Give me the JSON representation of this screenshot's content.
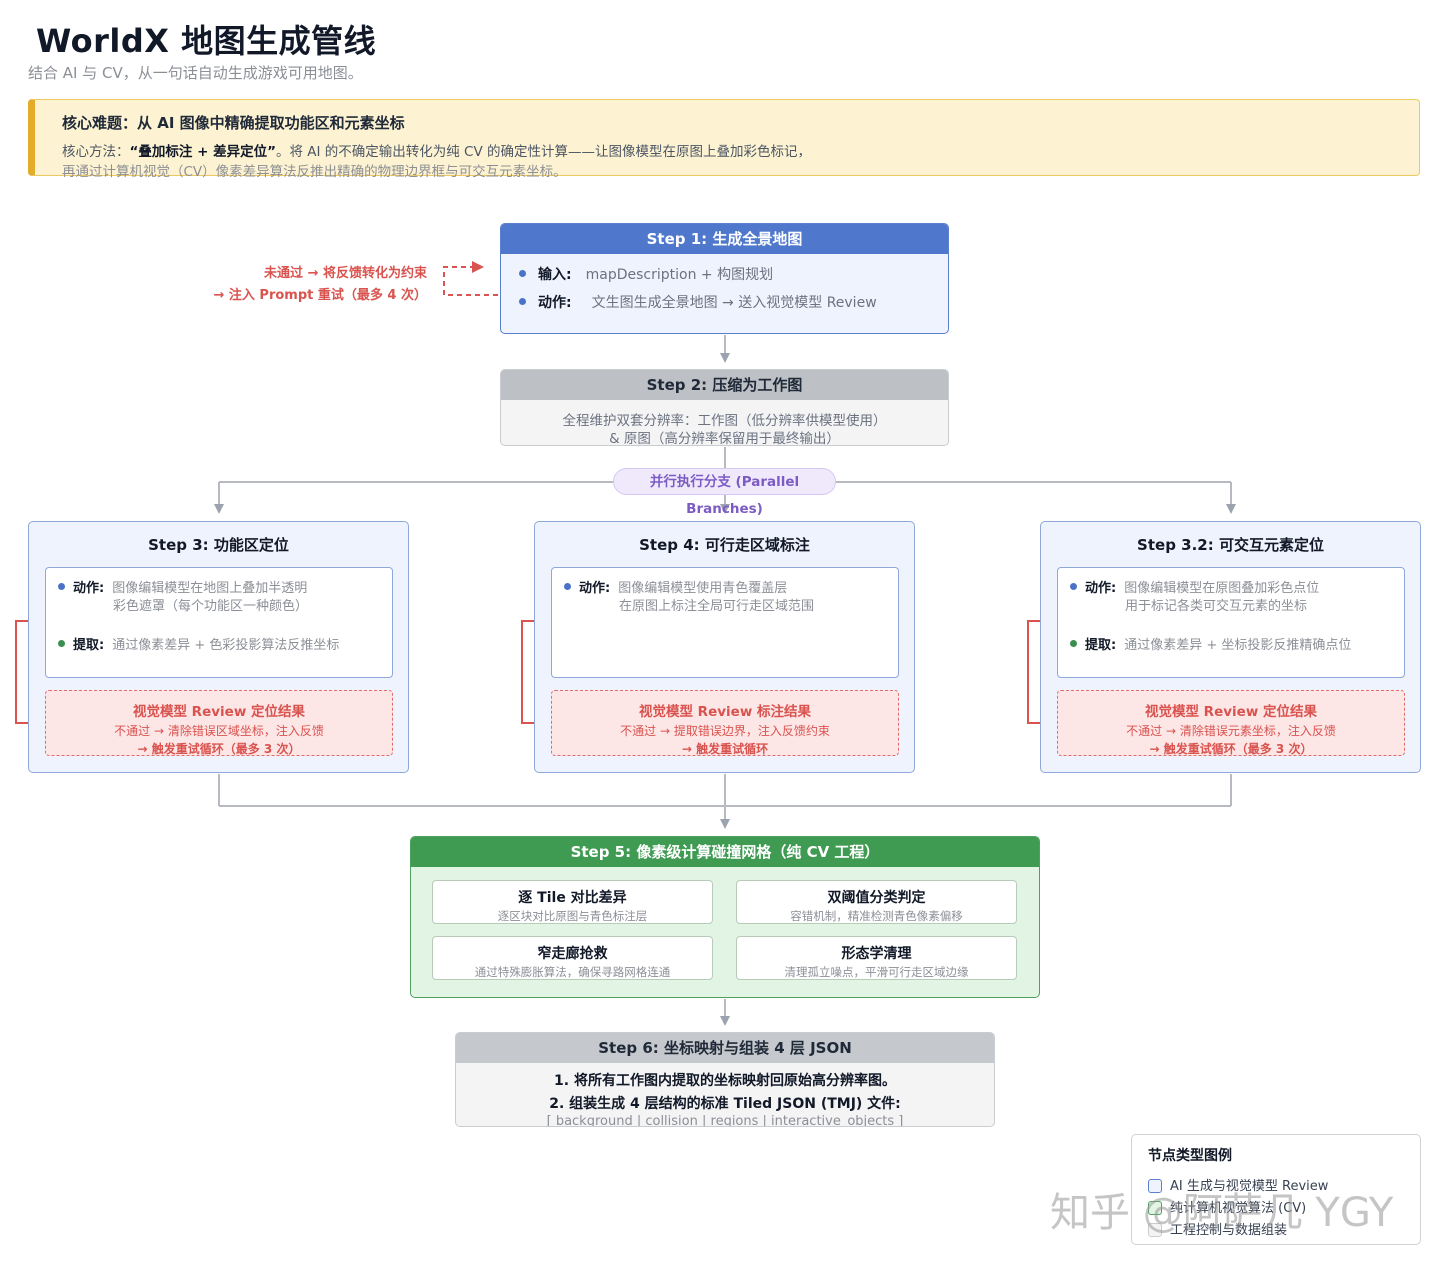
{
  "header": {
    "title": "WorldX 地图生成管线",
    "subtitle": "结合 AI 与 CV，从一句话自动生成游戏可用地图。"
  },
  "banner": {
    "title": "核心难题：从 AI 图像中精确提取功能区和元素坐标",
    "method_prefix": "核心方法：",
    "method_bold": "“叠加标注 + 差异定位”",
    "method_rest": "。将 AI 的不确定输出转化为纯 CV 的确定性计算——让图像模型在原图上叠加彩色标记，",
    "method_line2": "再通过计算机视觉（CV）像素差异算法反推出精确的物理边界框与可交互元素坐标。"
  },
  "feedback": {
    "line1": "未通过 → 将反馈转化为约束",
    "line2": "→ 注入 Prompt 重试（最多 4 次）"
  },
  "step1": {
    "title": "Step 1: 生成全景地图",
    "input_label": "输入:",
    "input_value": "mapDescription + 构图规划",
    "action_label": "动作:",
    "action_value": "文生图生成全景地图 → 送入视觉模型 Review"
  },
  "step2": {
    "title": "Step 2: 压缩为工作图",
    "line1": "全程维护双套分辨率：工作图（低分辨率供模型使用）",
    "line2": "& 原图（高分辨率保留用于最终输出）"
  },
  "parallel": {
    "label": "并行执行分支 (Parallel Branches)"
  },
  "branches": [
    {
      "title": "Step 3: 功能区定位",
      "action_label": "动作:",
      "action_line1": "图像编辑模型在地图上叠加半透明",
      "action_line2": "彩色遮罩（每个功能区一种颜色）",
      "extract_label": "提取:",
      "extract_value": "通过像素差异 + 色彩投影算法反推坐标",
      "review_title": "视觉模型 Review 定位结果",
      "review_line2": "不通过 → 清除错误区域坐标，注入反馈",
      "review_line3": "→ 触发重试循环（最多 3 次）"
    },
    {
      "title": "Step 4: 可行走区域标注",
      "action_label": "动作:",
      "action_line1": "图像编辑模型使用青色覆盖层",
      "action_line2": "在原图上标注全局可行走区域范围",
      "review_title": "视觉模型 Review 标注结果",
      "review_line2": "不通过 → 提取错误边界，注入反馈约束",
      "review_line3": "→ 触发重试循环"
    },
    {
      "title": "Step 3.2: 可交互元素定位",
      "action_label": "动作:",
      "action_line1": "图像编辑模型在原图叠加彩色点位",
      "action_line2": "用于标记各类可交互元素的坐标",
      "extract_label": "提取:",
      "extract_value": "通过像素差异 + 坐标投影反推精确点位",
      "review_title": "视觉模型 Review 定位结果",
      "review_line2": "不通过 → 清除错误元素坐标，注入反馈",
      "review_line3": "→ 触发重试循环（最多 3 次）"
    }
  ],
  "step5": {
    "title": "Step 5: 像素级计算碰撞网格（纯 CV 工程）",
    "tiles": [
      {
        "title": "逐 Tile 对比差异",
        "desc": "逐区块对比原图与青色标注层"
      },
      {
        "title": "双阈值分类判定",
        "desc": "容错机制，精准检测青色像素偏移"
      },
      {
        "title": "窄走廊抢救",
        "desc": "通过特殊膨胀算法，确保寻路网格连通"
      },
      {
        "title": "形态学清理",
        "desc": "清理孤立噪点，平滑可行走区域边缘"
      }
    ]
  },
  "step6": {
    "title": "Step 6: 坐标映射与组装 4 层 JSON",
    "line1": "1. 将所有工作图内提取的坐标映射回原始高分辨率图。",
    "line2": "2. 组装生成 4 层结构的标准 Tiled JSON (TMJ) 文件:",
    "line3": "[ background | collision | regions | interactive_objects ]"
  },
  "legend": {
    "title": "节点类型图例",
    "items": [
      {
        "label": "AI 生成与视觉模型 Review",
        "fill": "#eef3fd",
        "stroke": "#5b7fcf"
      },
      {
        "label": "纯计算机视觉算法 (CV)",
        "fill": "#e2f5e4",
        "stroke": "#4fa25d"
      },
      {
        "label": "工程控制与数据组装",
        "fill": "#f4f4f5",
        "stroke": "#c9ccd1"
      }
    ]
  },
  "watermark": {
    "text": "知乎 @阿萨几 YGY"
  },
  "colors": {
    "ai_blue": "#4f78cc",
    "cv_green": "#3f9a52",
    "control_gray": "#bdc0c5",
    "feedback_red": "#d9534f",
    "parallel_purple": "#7c5cc4",
    "banner_amber": "#e3ad2b"
  }
}
